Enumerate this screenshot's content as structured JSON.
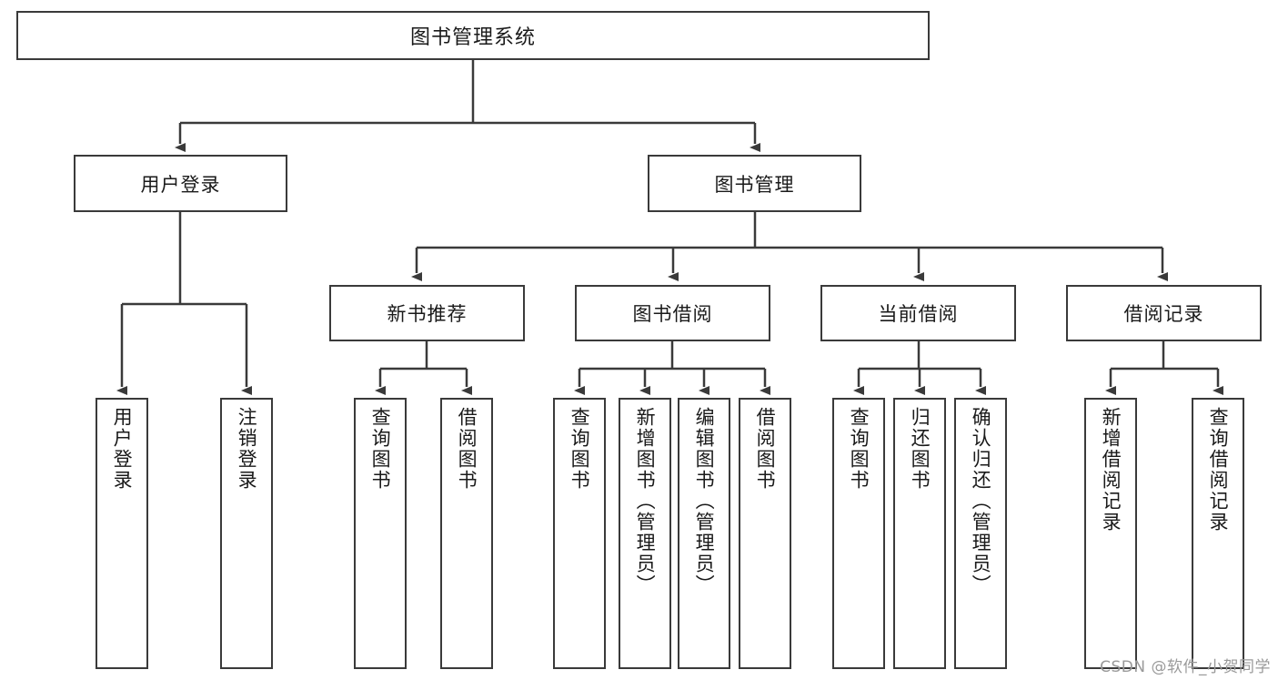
{
  "diagram": {
    "title": "图书管理系统",
    "type": "tree-hierarchy",
    "root": {
      "label": "图书管理系统"
    },
    "level2": [
      {
        "label": "用户登录"
      },
      {
        "label": "图书管理"
      }
    ],
    "level3": [
      {
        "label": "新书推荐"
      },
      {
        "label": "图书借阅"
      },
      {
        "label": "当前借阅"
      },
      {
        "label": "借阅记录"
      }
    ],
    "leaves": {
      "user_login": [
        {
          "label": "用户登录"
        },
        {
          "label": "注销登录"
        }
      ],
      "new_book_recommend": [
        {
          "label": "查询图书"
        },
        {
          "label": "借阅图书"
        }
      ],
      "book_borrow": [
        {
          "label": "查询图书"
        },
        {
          "label": "新增图书（管理员）"
        },
        {
          "label": "编辑图书（管理员）"
        },
        {
          "label": "借阅图书"
        }
      ],
      "current_borrow": [
        {
          "label": "查询图书"
        },
        {
          "label": "归还图书"
        },
        {
          "label": "确认归还（管理员）"
        }
      ],
      "borrow_record": [
        {
          "label": "新增借阅记录"
        },
        {
          "label": "查询借阅记录"
        }
      ]
    }
  },
  "watermark": {
    "text": "CSDN @软件_小贺同学"
  },
  "colors": {
    "stroke": "#3a3a3a",
    "background": "#ffffff",
    "text": "#1a1a1a",
    "watermark": "#9a9a9a"
  }
}
